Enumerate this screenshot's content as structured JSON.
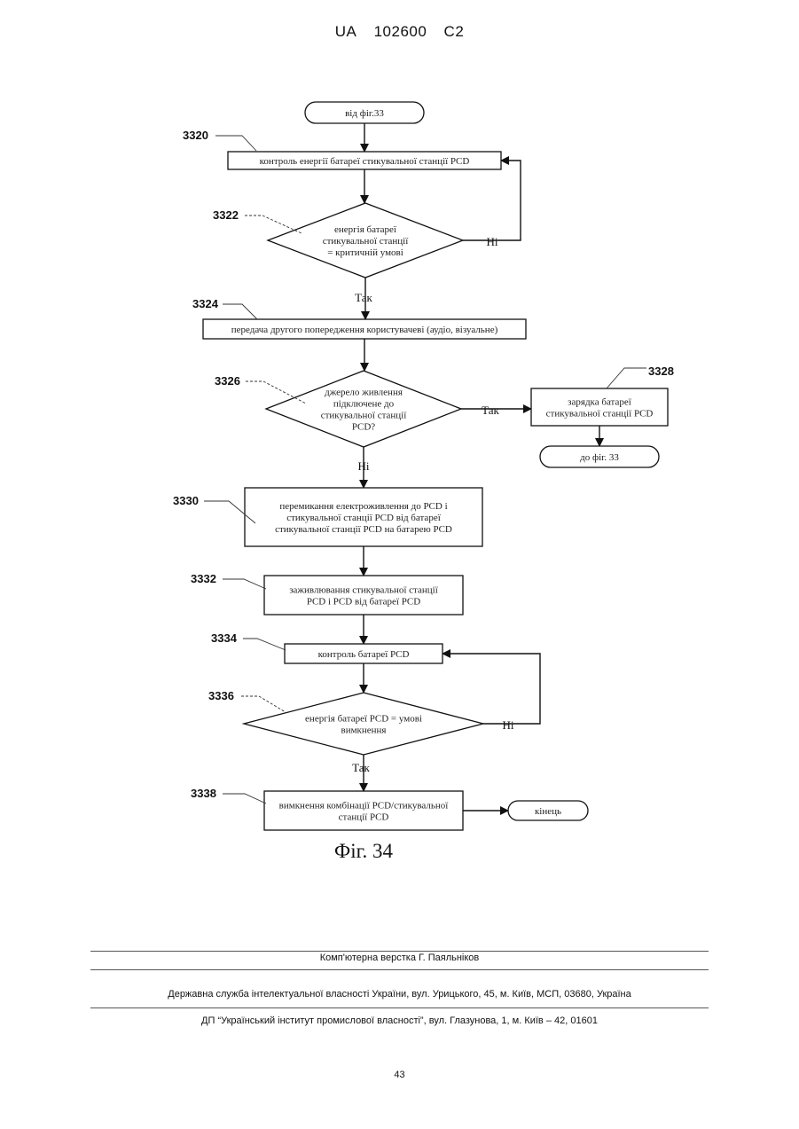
{
  "header": {
    "country": "UA",
    "number": "102600",
    "kind": "C2"
  },
  "flowchart": {
    "nodes": {
      "start": {
        "lines": [
          "від фіг.33"
        ]
      },
      "n3320": {
        "ref": "3320",
        "lines": [
          "контроль енергії батареї стикувальної станції PCD"
        ]
      },
      "n3322": {
        "ref": "3322",
        "lines": [
          "енергія батареї",
          "стикувальної станції",
          "= критичній умові"
        ]
      },
      "n3324": {
        "ref": "3324",
        "lines": [
          "передача другого попередження користувачеві (аудіо, візуальне)"
        ]
      },
      "n3326": {
        "ref": "3326",
        "lines": [
          "джерело живлення",
          "підключене до",
          "стикувальної станції",
          "PCD?"
        ]
      },
      "n3328": {
        "ref": "3328",
        "lines": [
          "зарядка батареї",
          "стикувальної станції PCD"
        ]
      },
      "to33": {
        "lines": [
          "до фіг. 33"
        ]
      },
      "n3330": {
        "ref": "3330",
        "lines": [
          "перемикання електроживлення до PCD і",
          "стикувальної станції PCD від батареї",
          "стикувальної станції PCD на батарею PCD"
        ]
      },
      "n3332": {
        "ref": "3332",
        "lines": [
          "заживлювання стикувальної станції",
          "PCD і PCD від батареї PCD"
        ]
      },
      "n3334": {
        "ref": "3334",
        "lines": [
          "контроль батареї PCD"
        ]
      },
      "n3336": {
        "ref": "3336",
        "lines": [
          "енергія батареї PCD = умові",
          "вимкнення"
        ]
      },
      "n3338": {
        "ref": "3338",
        "lines": [
          "вимкнення комбінації PCD/стикувальної",
          "станції PCD"
        ]
      },
      "end": {
        "lines": [
          "кінець"
        ]
      }
    },
    "edges": [
      {
        "from": "start",
        "to": "n3320",
        "label": ""
      },
      {
        "from": "n3320",
        "to": "n3322",
        "label": ""
      },
      {
        "from": "n3322",
        "to": "n3320",
        "label": "Ні"
      },
      {
        "from": "n3322",
        "to": "n3324",
        "label": "Так"
      },
      {
        "from": "n3324",
        "to": "n3326",
        "label": ""
      },
      {
        "from": "n3326",
        "to": "n3328",
        "label": "Так"
      },
      {
        "from": "n3328",
        "to": "to33",
        "label": ""
      },
      {
        "from": "n3326",
        "to": "n3330",
        "label": "Ні"
      },
      {
        "from": "n3330",
        "to": "n3332",
        "label": ""
      },
      {
        "from": "n3332",
        "to": "n3334",
        "label": ""
      },
      {
        "from": "n3334",
        "to": "n3336",
        "label": ""
      },
      {
        "from": "n3336",
        "to": "n3334",
        "label": "Ні"
      },
      {
        "from": "n3336",
        "to": "n3338",
        "label": "Так"
      },
      {
        "from": "n3338",
        "to": "end",
        "label": ""
      }
    ],
    "caption": "Фіг. 34"
  },
  "footer": {
    "layout_credit": "Комп'ютерна верстка Г. Паяльніков",
    "office": "Державна служба інтелектуальної власності України, вул. Урицького, 45, м. Київ, МСП, 03680, Україна",
    "institute": "ДП “Український інститут промислової власності”, вул. Глазунова, 1, м. Київ – 42, 01601",
    "page_number": "43"
  }
}
